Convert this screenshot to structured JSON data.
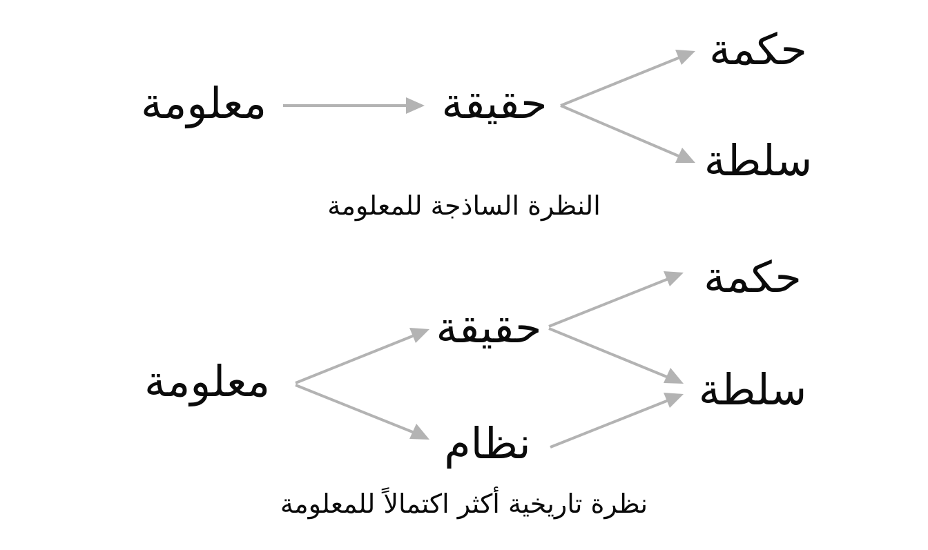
{
  "naive_view": {
    "nodes": {
      "information": "معلومة",
      "truth": "حقيقة",
      "wisdom": "حكمة",
      "power": "سلطة"
    },
    "caption": "النظرة الساذجة للمعلومة"
  },
  "historical_view": {
    "nodes": {
      "information": "معلومة",
      "truth": "حقيقة",
      "order": "نظام",
      "wisdom": "حكمة",
      "power": "سلطة"
    },
    "caption": "نظرة تاريخية أكثر اكتمالاً للمعلومة"
  },
  "colors": {
    "arrow": "#b3b3b3",
    "text": "#0b0b0b",
    "background": "#ffffff"
  }
}
